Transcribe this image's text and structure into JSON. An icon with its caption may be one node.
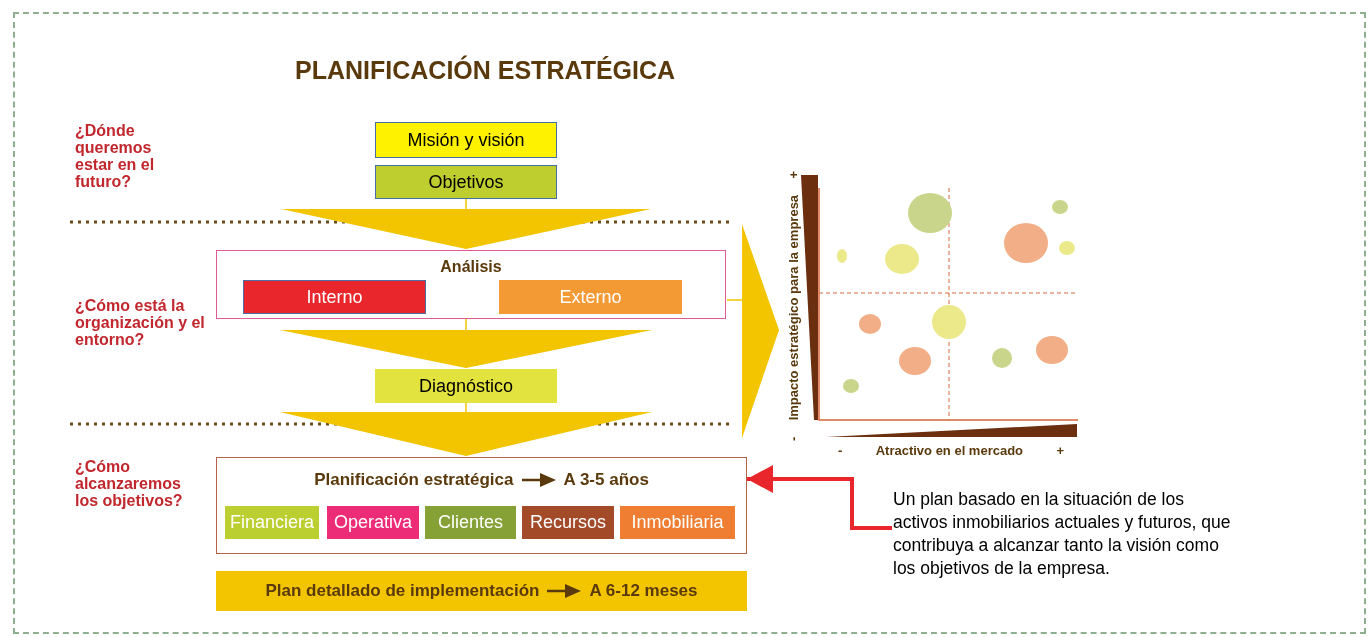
{
  "diagram": {
    "title": "PLANIFICACIÓN ESTRATÉGICA",
    "nodes": [
      {
        "text": [
          "Misión y visión"
        ]
      },
      {
        "text": [
          "Objetivos"
        ]
      },
      {
        "text": [
          "Análisis"
        ]
      },
      {
        "text": [
          "Interno"
        ],
        "in": 2
      },
      {
        "text": [
          "Externo"
        ],
        "in": 2
      },
      {
        "text": [
          "Diagnóstico"
        ]
      },
      {
        "text": [
          "Planificación estratégica",
          "A 3-5 años"
        ]
      },
      {
        "text": [
          "Financiera"
        ],
        "in": 6
      },
      {
        "text": [
          "Operativa"
        ],
        "in": 6
      },
      {
        "text": [
          "Clientes"
        ],
        "in": 6
      },
      {
        "text": [
          "Recursos"
        ],
        "in": 6
      },
      {
        "text": [
          "Inmobiliaria"
        ],
        "in": 6
      },
      {
        "text": [
          "Plan detallado de implementación",
          "A 6-12 meses"
        ]
      },
      {
        "text": [],
        "shape": "picture"
      },
      {
        "text": [
          "Un plan basado en la situación de los activos inmobiliarios actuales y futuros, que contribuya a alcanzar tanto la visión como los objetivos de la empresa."
        ]
      }
    ],
    "edges": [
      {
        "from": 1,
        "to": 2,
        "arrow": "to"
      },
      {
        "from": 2,
        "to": 5,
        "arrow": "to"
      },
      {
        "from": 5,
        "to": 6,
        "arrow": "to"
      },
      {
        "from": 2,
        "to": 13,
        "arrow": "to"
      },
      {
        "from": 14,
        "to": 6,
        "arrow": "to",
        "style": "thick",
        "color": "#e8262b"
      }
    ],
    "labels": [
      "¿Dónde queremos estar en el futuro?",
      "¿Cómo está la organización y el entorno?",
      "¿Cómo alcanzaremos los objetivos?",
      "-",
      "Impacto estratégico para la empresa",
      "+",
      "-",
      "Atractivo en el mercado",
      "+"
    ]
  }
}
